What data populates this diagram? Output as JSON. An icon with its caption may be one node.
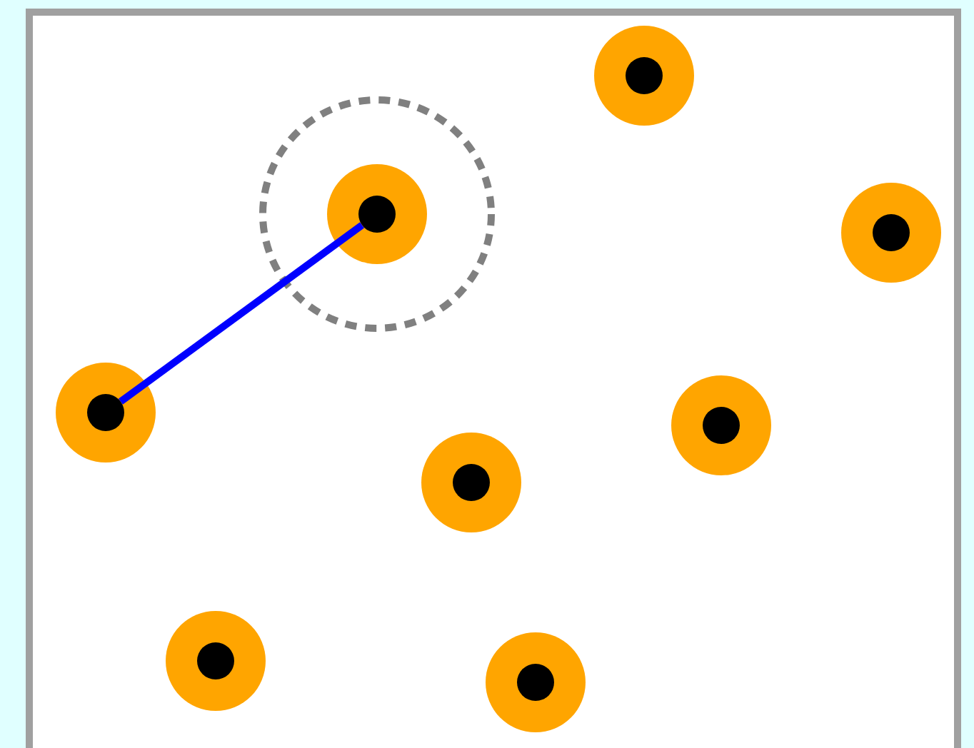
{
  "diagram": {
    "nodes": [
      {
        "text": [],
        "shape": "circle"
      },
      {
        "text": [],
        "shape": "circle"
      },
      {
        "text": [],
        "shape": "circle"
      },
      {
        "text": [],
        "shape": "circle"
      },
      {
        "text": [],
        "shape": "circle"
      },
      {
        "text": [],
        "shape": "circle"
      },
      {
        "text": [],
        "shape": "circle"
      },
      {
        "text": [],
        "shape": "circle"
      }
    ],
    "edges": [
      {
        "from": 3,
        "to": 1,
        "arrow": "none",
        "color": "#0000ff"
      }
    ]
  }
}
